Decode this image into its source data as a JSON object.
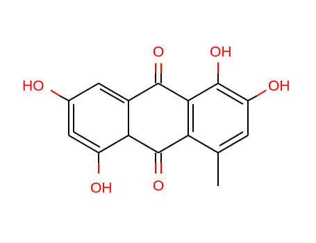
{
  "colors": {
    "bond": "#000000",
    "oxygen": "#ff0000"
  },
  "labels": {
    "carbonyl_top": "O",
    "carbonyl_bottom": "O",
    "oh_1": "OH",
    "oh_2": "OH",
    "oh_left": "HO",
    "oh_bottom": "OH"
  }
}
